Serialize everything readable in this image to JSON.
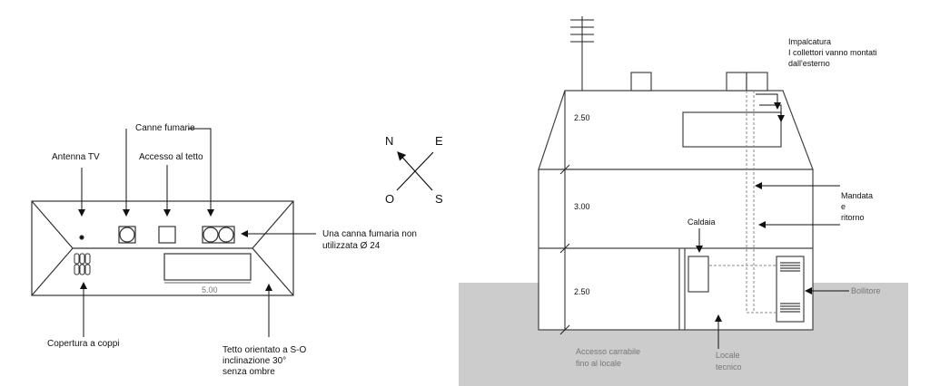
{
  "roof_plan": {
    "labels": {
      "antenna": "Antenna TV",
      "flues": "Canne fumarie",
      "roof_access": "Accesso al tetto",
      "unused_flue_1": "Una canna fumaria non",
      "unused_flue_2": "utilizzata Ø 24",
      "tiles": "Copertura a coppi",
      "orientation_1": "Tetto orientato a S-O",
      "orientation_2": "inclinazione 30°",
      "orientation_3": "senza ombre",
      "dimension": "5.00"
    }
  },
  "compass": {
    "n": "N",
    "e": "E",
    "s": "S",
    "o": "O"
  },
  "section": {
    "labels": {
      "scaffold_1": "Impalcatura",
      "scaffold_2": "I collettori vanno montati",
      "scaffold_3": "dall'esterno",
      "flow_1": "Mandata",
      "flow_2": "e",
      "flow_3": "ritorno",
      "boiler": "Caldaia",
      "tank": "Bollitore",
      "access_1": "Accesso carrabile",
      "access_2": "fino al locale",
      "room_1": "Locale",
      "room_2": "tecnico"
    },
    "heights": [
      "2.50",
      "3.00",
      "2.50"
    ]
  },
  "colors": {
    "ground": "#cccccc",
    "line": "#333333"
  }
}
